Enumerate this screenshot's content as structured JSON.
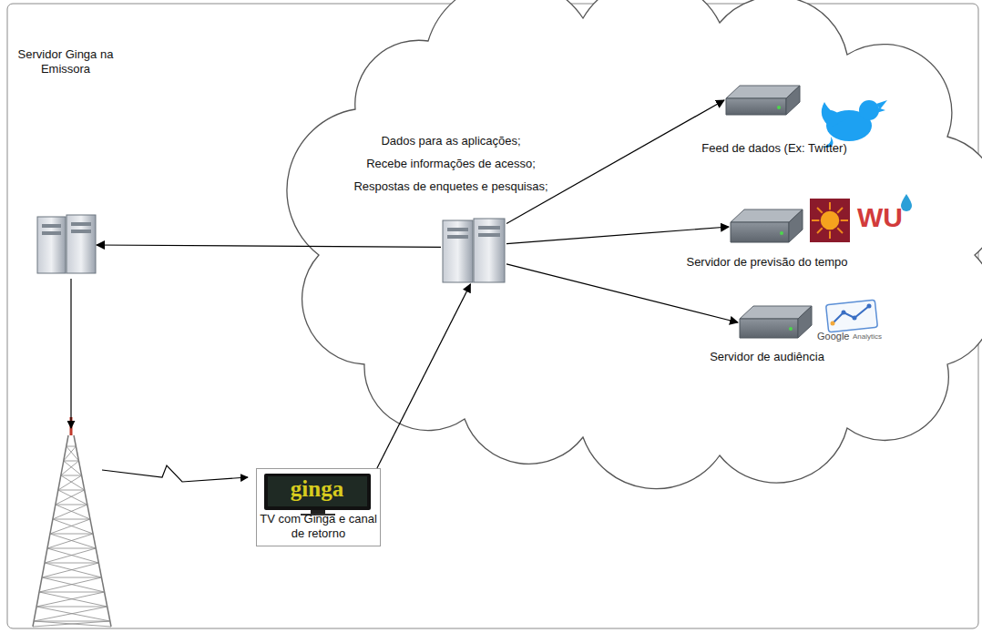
{
  "diagram": {
    "nodes": [
      {
        "text": [
          "Servidor Ginga na Emissora"
        ]
      },
      {
        "text": [
          "Dados para as aplicações;",
          "Recebe informações de acesso;",
          "Respostas de enquetes e pesquisas;"
        ]
      },
      {
        "text": [
          "Feed de dados (Ex: Twitter)"
        ]
      },
      {
        "text": [
          "Servidor de previsão do tempo"
        ]
      },
      {
        "text": [
          "Servidor de audiência"
        ]
      },
      {
        "text": [
          "TV com Ginga e canal de retorno"
        ]
      }
    ],
    "edges": [
      {
        "from": 1,
        "to": 0,
        "arrow": "to"
      },
      {
        "from": 1,
        "to": 2,
        "arrow": "to"
      },
      {
        "from": 1,
        "to": 3,
        "arrow": "to"
      },
      {
        "from": 1,
        "to": 4,
        "arrow": "to"
      },
      {
        "from": 5,
        "to": 1,
        "arrow": "to"
      }
    ],
    "labels": [
      "ginga",
      "WU",
      "Google",
      "Analytics"
    ]
  }
}
